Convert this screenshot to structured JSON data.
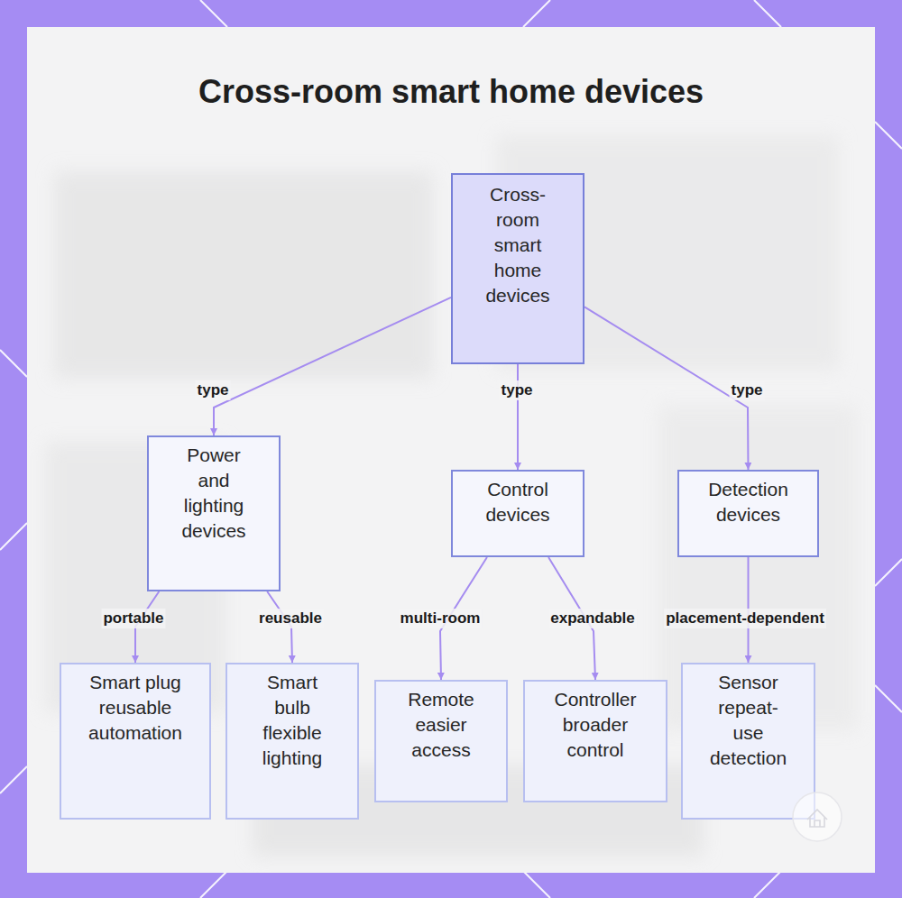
{
  "diagram": {
    "title": "Cross-room smart home devices",
    "nodes": [
      {
        "text": [
          "Cross-room smart home devices"
        ]
      },
      {
        "text": [
          "Power and lighting devices"
        ]
      },
      {
        "text": [
          "Control devices"
        ]
      },
      {
        "text": [
          "Detection devices"
        ]
      },
      {
        "text": [
          "Smart plug reusable automation"
        ]
      },
      {
        "text": [
          "Smart bulb flexible lighting"
        ]
      },
      {
        "text": [
          "Remote easier access"
        ]
      },
      {
        "text": [
          "Controller broader control"
        ]
      },
      {
        "text": [
          "Sensor repeat-use detection"
        ]
      }
    ],
    "edges": [
      {
        "from": 0,
        "to": 1,
        "label": "type",
        "arrow": "to"
      },
      {
        "from": 0,
        "to": 2,
        "label": "type",
        "arrow": "to"
      },
      {
        "from": 0,
        "to": 3,
        "label": "type",
        "arrow": "to"
      },
      {
        "from": 1,
        "to": 4,
        "label": "portable",
        "arrow": "to"
      },
      {
        "from": 1,
        "to": 5,
        "label": "reusable",
        "arrow": "to"
      },
      {
        "from": 2,
        "to": 6,
        "label": "multi-room",
        "arrow": "to"
      },
      {
        "from": 2,
        "to": 7,
        "label": "expandable",
        "arrow": "to"
      },
      {
        "from": 3,
        "to": 8,
        "label": "placement-dependent",
        "arrow": "to"
      }
    ]
  }
}
